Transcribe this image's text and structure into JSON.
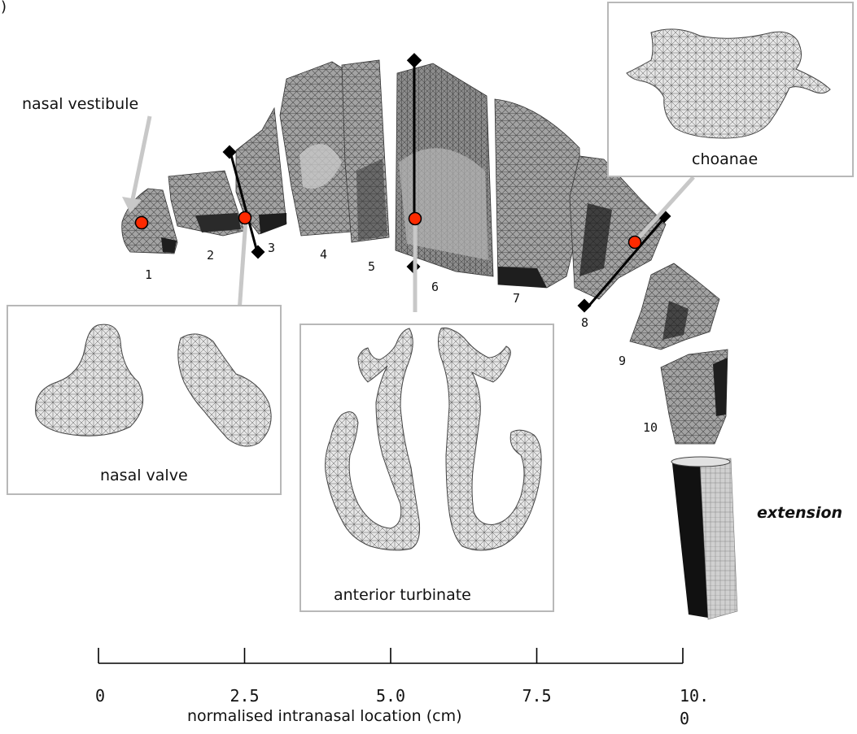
{
  "figure_letter": ")",
  "callouts": {
    "nasal_vestibule": "nasal vestibule",
    "nasal_valve": "nasal valve",
    "anterior_turbinate": "anterior turbinate",
    "choanae": "choanae",
    "extension": "extension"
  },
  "segments": [
    "1",
    "2",
    "3",
    "4",
    "5",
    "6",
    "7",
    "8",
    "9",
    "10"
  ],
  "axis": {
    "label": "normalised intranasal location (cm)",
    "ticks": [
      {
        "value": 0,
        "line1": "0",
        "line2": ""
      },
      {
        "value": 2.5,
        "line1": "2.5",
        "line2": ""
      },
      {
        "value": 5.0,
        "line1": "5.0",
        "line2": ""
      },
      {
        "value": 7.5,
        "line1": "7.5",
        "line2": ""
      },
      {
        "value": 10.0,
        "line1": "10.",
        "line2": "0"
      }
    ],
    "range": [
      0,
      10
    ]
  },
  "colors": {
    "mesh_fill": "#9a9a9a",
    "mesh_dark": "#2a2a2a",
    "marker": "#ff2a00",
    "callout_line": "#c8c8c8",
    "panel_border": "#b8b8b8",
    "wire_fill": "#dcdcdc"
  }
}
